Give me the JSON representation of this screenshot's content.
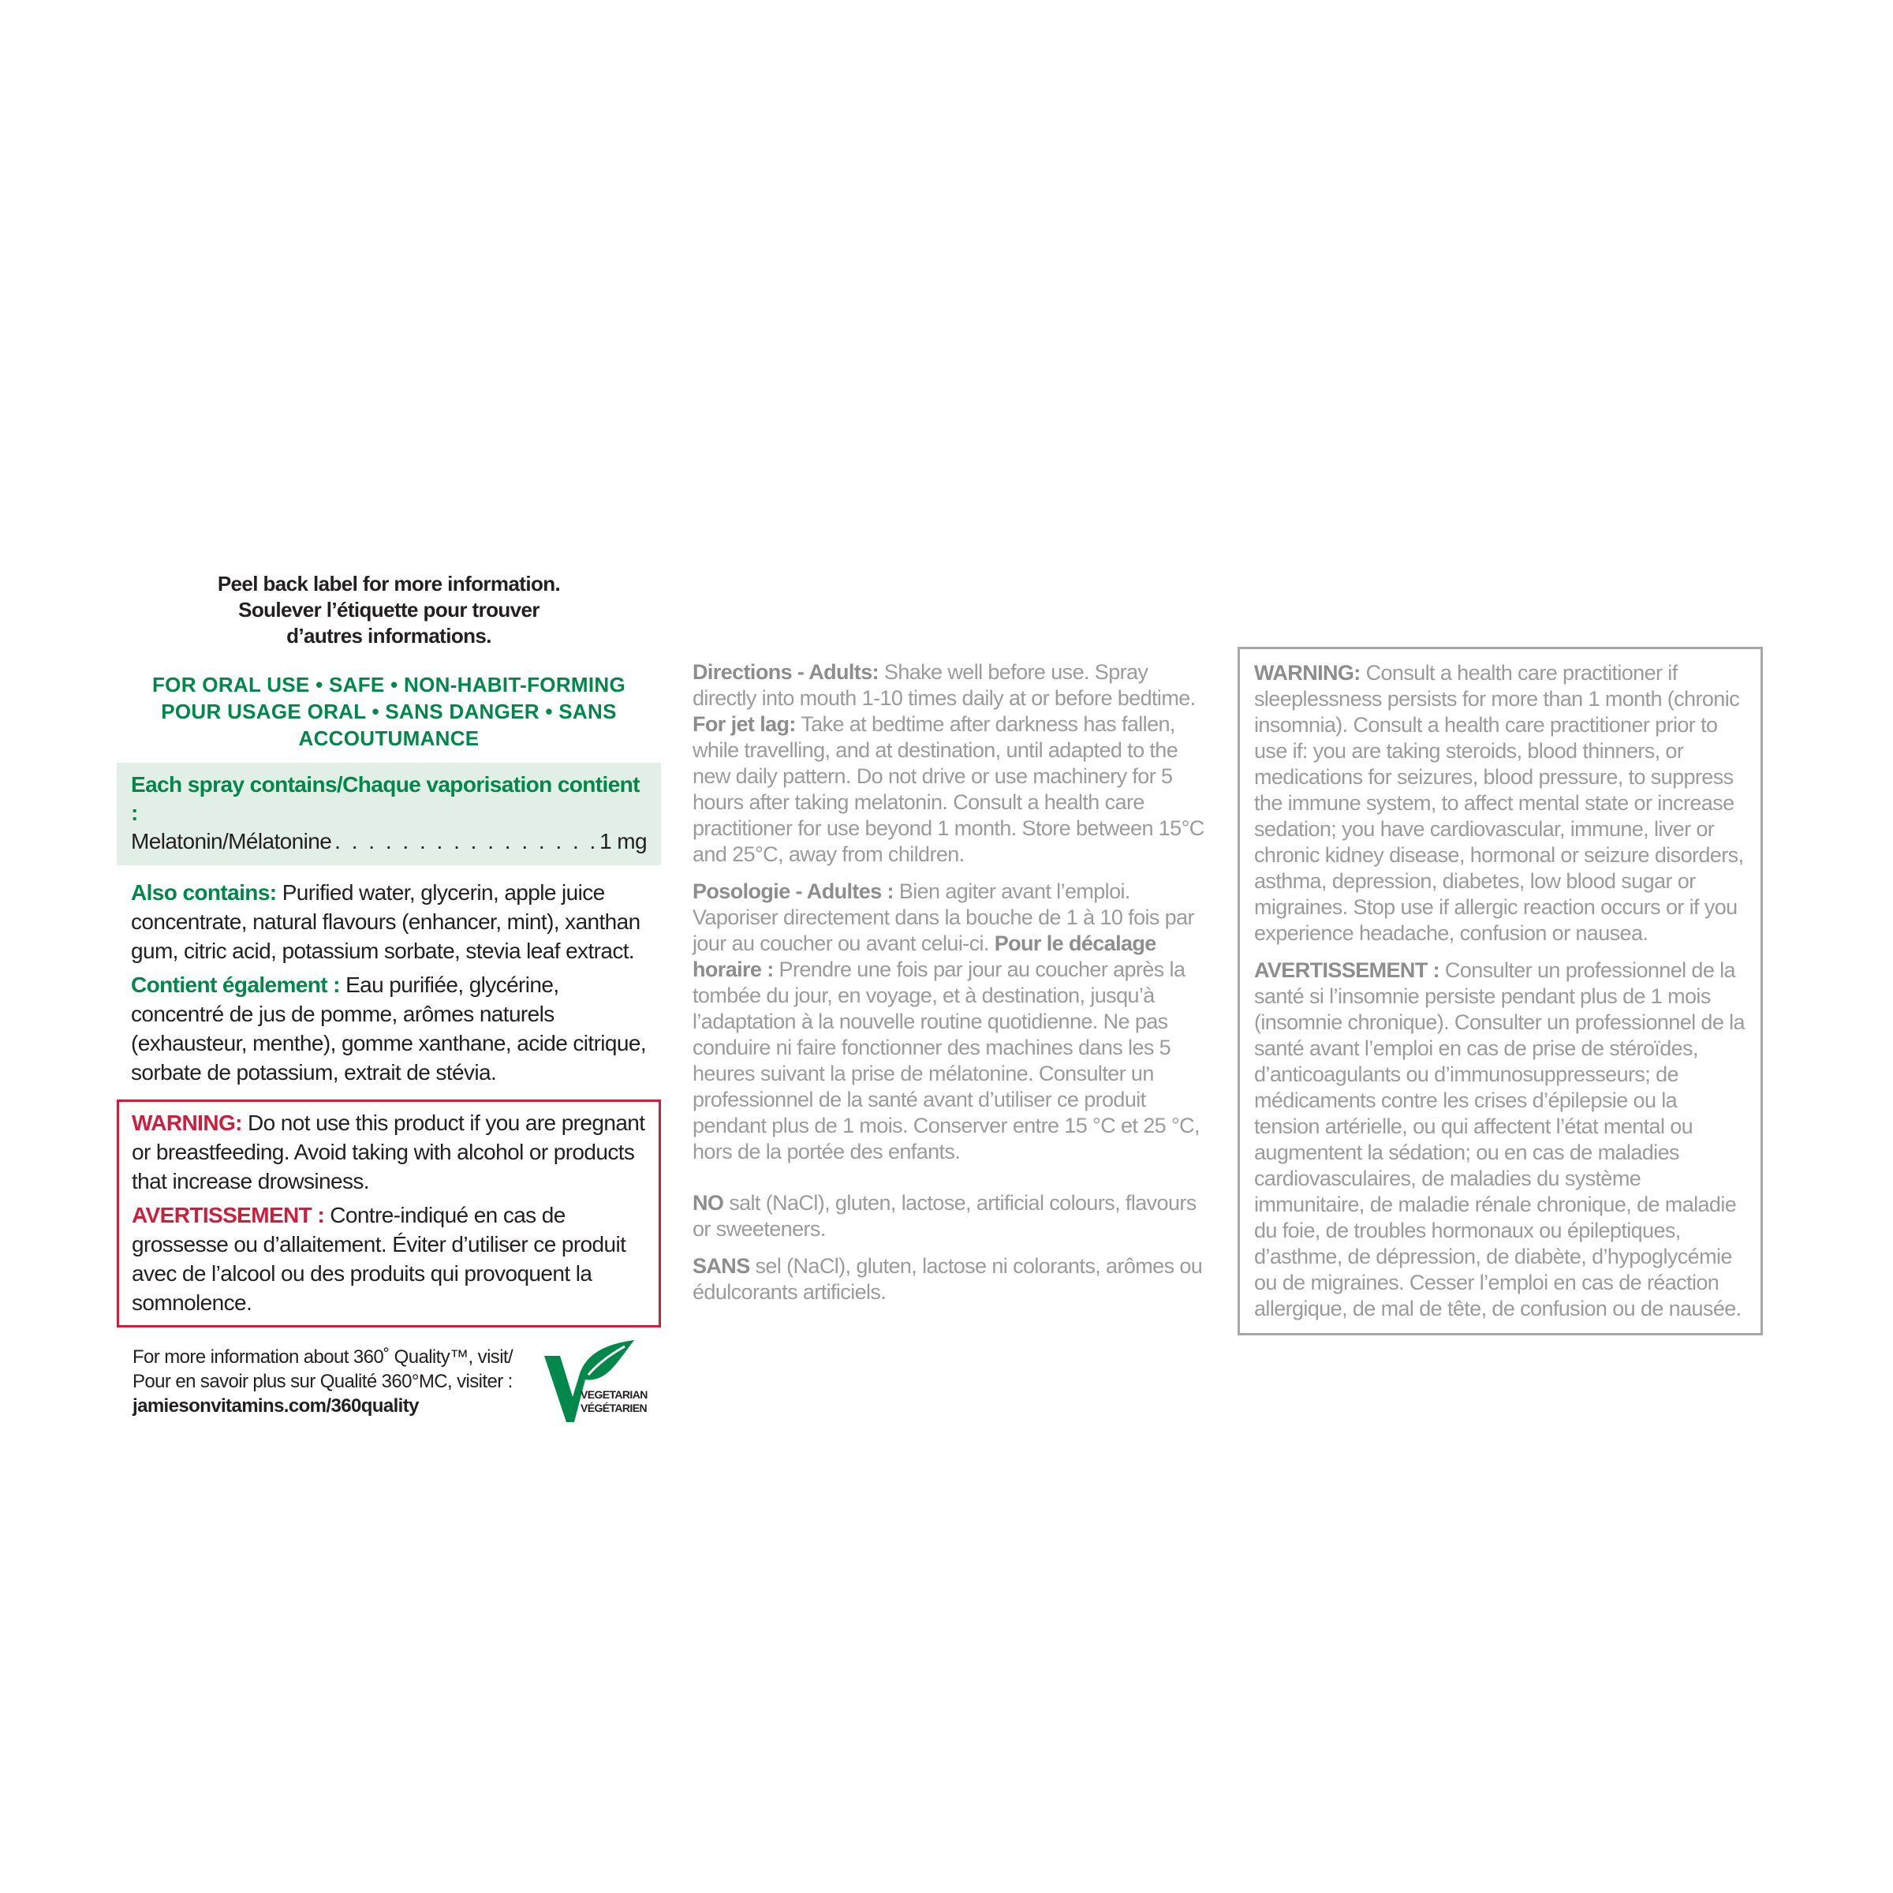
{
  "peel_back": {
    "line1": "Peel back label for more information.",
    "line2": "Soulever l’étiquette pour trouver",
    "line3": "d’autres informations."
  },
  "claims": {
    "en": "FOR ORAL USE • SAFE • NON-HABIT-FORMING",
    "fr": "POUR USAGE ORAL • SANS DANGER • SANS ACCOUTUMANCE"
  },
  "spray": {
    "title": "Each spray contains/Chaque vaporisation contient :",
    "ingredient": "Melatonin/Mélatonine",
    "dots": ". . . . . . . . . . . . . . . . . . . . . . . . . . . . .",
    "amount": "1 mg"
  },
  "also_contains": {
    "label_en": "Also contains:",
    "text_en": " Purified water, glycerin, apple juice concentrate, natural flavours (enhancer, mint), xanthan gum, citric acid, potassium sorbate, stevia leaf extract.",
    "label_fr": "Contient également :",
    "text_fr": " Eau purifiée, glycérine, concentré de jus de pomme, arômes naturels (exhausteur, menthe), gomme xanthane, acide citrique, sorbate de potassium, extrait de stévia."
  },
  "warning_red": {
    "label_en": "WARNING:",
    "text_en": " Do not use this product if you are pregnant or breastfeeding. Avoid taking with alcohol or products that increase drowsiness.",
    "label_fr": "AVERTISSEMENT :",
    "text_fr": " Contre-indiqué en cas de grossesse ou d’allaitement. Éviter d’utiliser ce produit avec de l’alcool ou des produits qui provoquent la somnolence."
  },
  "quality": {
    "line1": "For more information about 360˚ Quality™, visit/",
    "line2": "Pour en savoir plus sur Qualité 360°MC, visiter :",
    "url": "jamiesonvitamins.com/360quality"
  },
  "vegetarian": {
    "en": "VEGETARIAN",
    "fr": "VÉGÉTARIEN",
    "icon": "leaf-v-logo",
    "color": "#00874a"
  },
  "directions": {
    "label_en": "Directions - Adults:",
    "text_en_1": " Shake well before use. Spray directly into mouth 1-10 times daily at or before bedtime. ",
    "jetlag_label_en": "For jet lag:",
    "text_en_2": " Take at bedtime after darkness has fallen, while travelling, and at destination, until adapted to the new daily pattern. Do not drive or use machinery for 5 hours after taking melatonin. Consult a health care practitioner for use beyond 1 month. Store between 15°C and 25°C, away from children.",
    "label_fr": "Posologie - Adultes :",
    "text_fr_1": " Bien agiter avant l’emploi. Vaporiser directement dans la bouche de 1 à 10 fois par jour au coucher ou avant celui-ci. ",
    "jetlag_label_fr": "Pour le décalage horaire :",
    "text_fr_2": " Prendre une fois par jour au coucher après la tombée du jour, en voyage, et à destination, jusqu’à l’adaptation à la nouvelle routine quotidienne. Ne pas conduire ni faire fonctionner des machines dans les 5 heures suivant la prise de mélatonine. Consulter un professionnel de la santé avant d’utiliser ce produit pendant plus de 1 mois. Conserver entre 15 °C et 25 °C, hors de la portée des enfants."
  },
  "free_of": {
    "label_en": "NO",
    "text_en": " salt (NaCl), gluten, lactose, artificial colours, flavours or sweeteners.",
    "label_fr": "SANS",
    "text_fr": " sel (NaCl), gluten, lactose ni colorants, arômes ou édulcorants artificiels."
  },
  "warning_gray": {
    "label_en": "WARNING:",
    "text_en": " Consult a health care practitioner if sleeplessness persists for more than 1 month (chronic insomnia). Consult a health care practitioner prior to use if: you are taking steroids, blood thinners, or medications for seizures, blood pressure, to suppress the immune system, to affect mental state or increase sedation; you have cardiovascular, immune, liver or chronic kidney disease, hormonal or seizure disorders, asthma, depression, diabetes, low blood sugar or migraines. Stop use if allergic reaction occurs or if you experience headache, confusion or nausea.",
    "label_fr": "AVERTISSEMENT :",
    "text_fr": " Consulter un professionnel de la santé si l’insomnie persiste pendant plus de 1 mois (insomnie chronique). Consulter un professionnel de la santé avant l’emploi en cas de prise de stéroïdes, d’anticoagulants ou d’immunosuppresseurs; de médicaments contre les crises d’épilepsie ou la tension artérielle, ou qui affectent l’état mental ou augmentent la sédation; ou en cas de maladies cardiovasculaires, de maladies du système immunitaire, de maladie rénale chronique, de maladie du foie, de troubles hormonaux ou épileptiques, d’asthme, de dépression, de diabète, d’hypoglycémie ou de migraines. Cesser l’emploi en cas de réaction allergique, de mal de tête, de confusion ou de nausée."
  }
}
